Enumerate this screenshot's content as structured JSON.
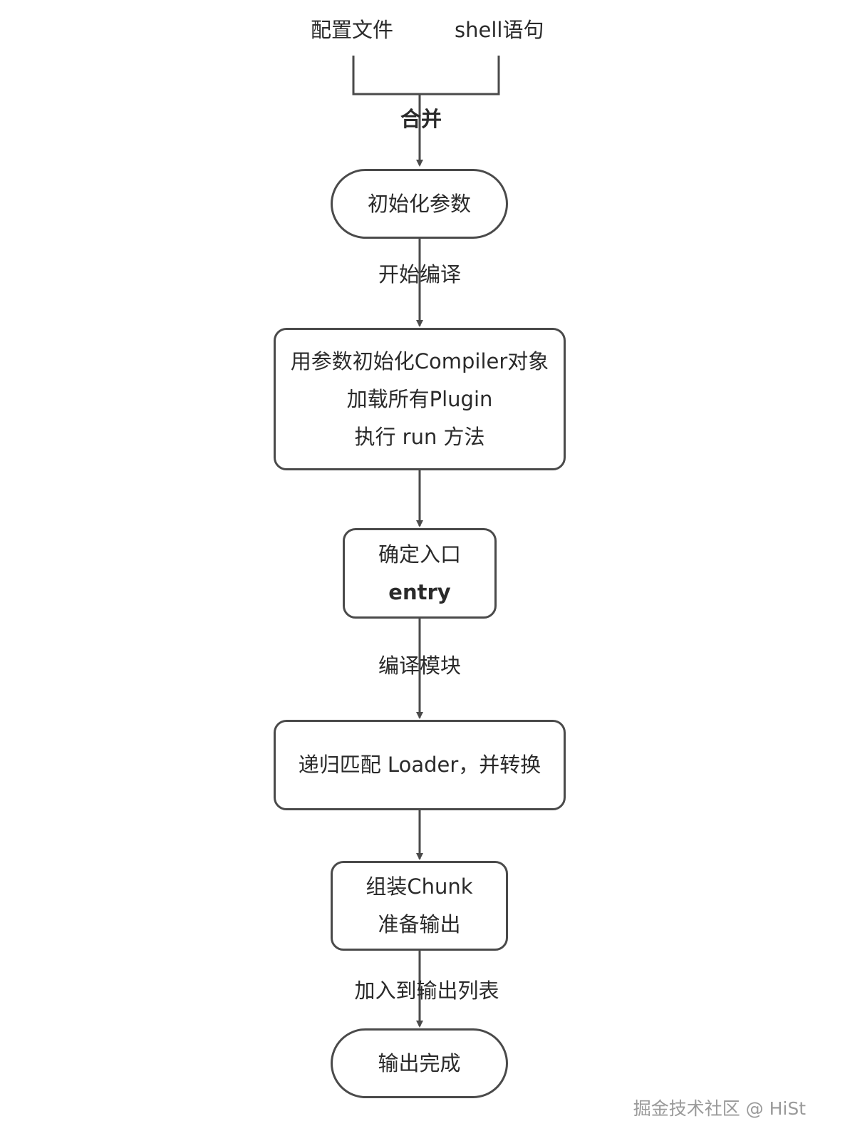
{
  "sources": [
    "配置文件",
    "shell语句"
  ],
  "edges": {
    "merge": "合并",
    "start_compile": "开始编译",
    "compile_modules": "编译模块",
    "add_to_output": "加入到输出列表"
  },
  "nodes": {
    "init_params": [
      "初始化参数"
    ],
    "compiler": [
      "用参数初始化Compiler对象",
      "加载所有Plugin",
      "执行 run 方法"
    ],
    "entry": [
      "确定入口",
      "entry"
    ],
    "loader": [
      "递归匹配 Loader，并转换"
    ],
    "chunk": [
      "组装Chunk",
      "准备输出"
    ],
    "done": [
      "输出完成"
    ]
  },
  "watermark": "掘金技术社区 @ HiSt"
}
